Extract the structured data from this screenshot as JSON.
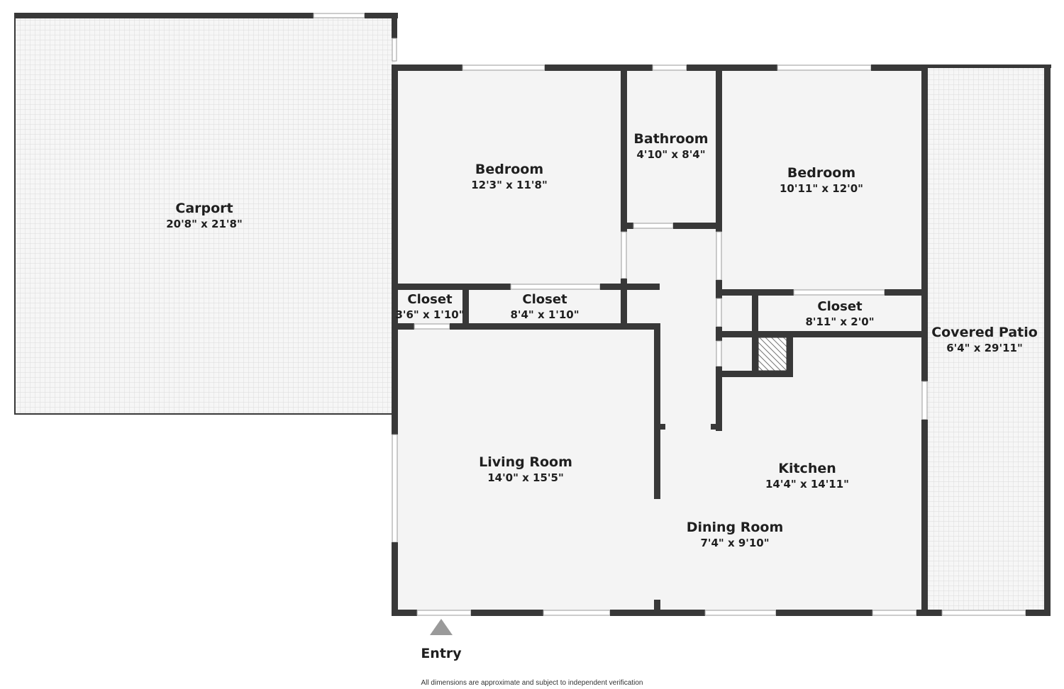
{
  "rooms": {
    "carport": {
      "name": "Carport",
      "dims": "20'8\" x 21'8\""
    },
    "bedroom_1": {
      "name": "Bedroom",
      "dims": "12'3\" x 11'8\""
    },
    "bathroom": {
      "name": "Bathroom",
      "dims": "4'10\" x 8'4\""
    },
    "bedroom_2": {
      "name": "Bedroom",
      "dims": "10'11\" x 12'0\""
    },
    "closet_1": {
      "name": "Closet",
      "dims": "3'6\" x 1'10\""
    },
    "closet_2": {
      "name": "Closet",
      "dims": "8'4\" x 1'10\""
    },
    "closet_3": {
      "name": "Closet",
      "dims": "8'11\" x 2'0\""
    },
    "covered_patio": {
      "name": "Covered Patio",
      "dims": "6'4\" x 29'11\""
    },
    "living_room": {
      "name": "Living Room",
      "dims": "14'0\" x 15'5\""
    },
    "kitchen": {
      "name": "Kitchen",
      "dims": "14'4\" x 14'11\""
    },
    "dining_room": {
      "name": "Dining Room",
      "dims": "7'4\" x 9'10\""
    }
  },
  "entry_label": "Entry",
  "disclaimer": "All dimensions are approximate and subject to independent verification",
  "colors": {
    "wall": "#383838",
    "floor": "#f4f4f4",
    "outdoor_tile": "#e9e9e9",
    "entry_arrow": "#9a9a9a"
  }
}
